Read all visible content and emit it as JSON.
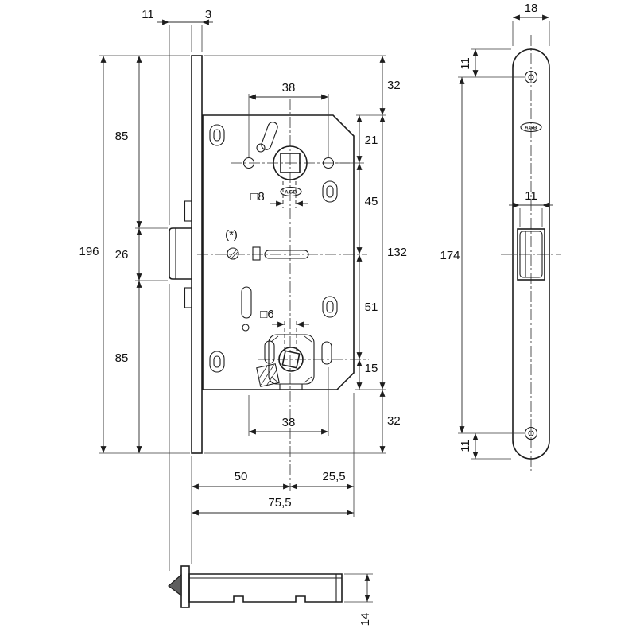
{
  "drawing": {
    "brand": "AGB",
    "side": {
      "latch_protrusion": "11",
      "plate_thickness": "3",
      "upper_section": "85",
      "latch_height": "26",
      "lower_section": "85",
      "total_height": "196",
      "spindle_span_top": "38",
      "margin_top": "32",
      "case_to_spindle": "21",
      "spindle_to_axis": "45",
      "case_height": "132",
      "axis_to_wc": "51",
      "wc_to_case_bottom": "15",
      "margin_bottom": "32",
      "spindle_span_bottom": "38",
      "backset": "50",
      "behind_spindle": "25,5",
      "total_depth": "75,5",
      "spindle_square": "□8",
      "wc_square": "□6",
      "note": "(*)"
    },
    "faceplate": {
      "width": "18",
      "hole_offset_top": "11",
      "hole_spacing": "174",
      "hole_offset_bottom": "11",
      "latch_width": "11"
    },
    "strike": {
      "height": "14"
    }
  }
}
